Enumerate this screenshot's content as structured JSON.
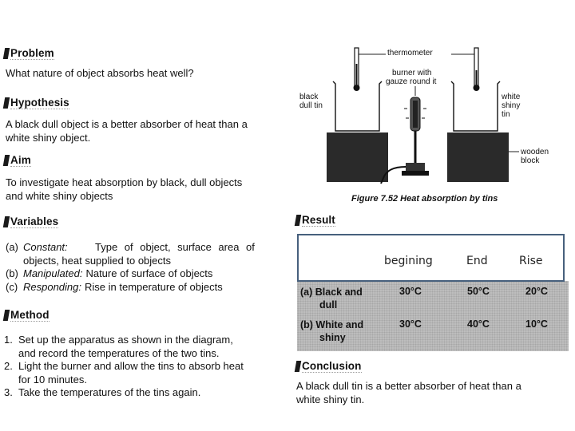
{
  "problem": {
    "heading": "Problem",
    "text": "What nature of object absorbs heat well?"
  },
  "hypothesis": {
    "heading": "Hypothesis",
    "line1": "A black dull object is a better absorber of heat than a",
    "line2": "white shiny object."
  },
  "aim": {
    "heading": "Aim",
    "line1": "To investigate heat absorption by black, dull objects",
    "line2": "and white shiny objects"
  },
  "variables": {
    "heading": "Variables",
    "a_label": "(a)",
    "a_key": "Constant:",
    "a_line1": "Type of object, surface area of",
    "a_line2": "objects, heat supplied to objects",
    "b_label": "(b)",
    "b_key": "Manipulated:",
    "b_text": "Nature of surface of objects",
    "c_label": "(c)",
    "c_key": "Responding:",
    "c_text": "Rise in temperature of objects"
  },
  "method": {
    "heading": "Method",
    "steps": [
      {
        "num": "1.",
        "line1": "Set up the apparatus as shown in the diagram,",
        "line2": "and record the temperatures of the two tins."
      },
      {
        "num": "2.",
        "line1": "Light the burner and allow the tins to absorb heat",
        "line2": "for 10 minutes."
      },
      {
        "num": "3.",
        "line1": "Take the temperatures of the tins again.",
        "line2": ""
      }
    ]
  },
  "diagram": {
    "thermometer": "thermometer",
    "burner_line1": "burner with",
    "burner_line2": "gauze round it",
    "black_line1": "black",
    "black_line2": "dull tin",
    "white_line1": "white",
    "white_line2": "shiny",
    "white_line3": "tin",
    "wooden_line1": "wooden",
    "wooden_line2": "block",
    "caption": "Figure 7.52 Heat absorption by tins"
  },
  "result": {
    "heading": "Result",
    "overlay_headers": [
      "begining",
      "End",
      "Rise"
    ],
    "rows": [
      {
        "label_line1": "(a) Black and",
        "label_line2": "dull",
        "begin": "30°C",
        "end": "50°C",
        "rise": "20°C"
      },
      {
        "label_line1": "(b) White and",
        "label_line2": "shiny",
        "begin": "30°C",
        "end": "40°C",
        "rise": "10°C"
      }
    ]
  },
  "conclusion": {
    "heading": "Conclusion",
    "line1": "A black dull tin is a better absorber of heat than a",
    "line2": "white shiny tin."
  },
  "colors": {
    "overlay_border": "#47607d",
    "table_fill": "#bdbdbd",
    "block_fill": "#2a2a2a"
  },
  "icons": [
    "heading-marker-icon",
    "thermometer-icon",
    "beaker-icon",
    "bunsen-burner-icon",
    "wooden-block-icon"
  ]
}
